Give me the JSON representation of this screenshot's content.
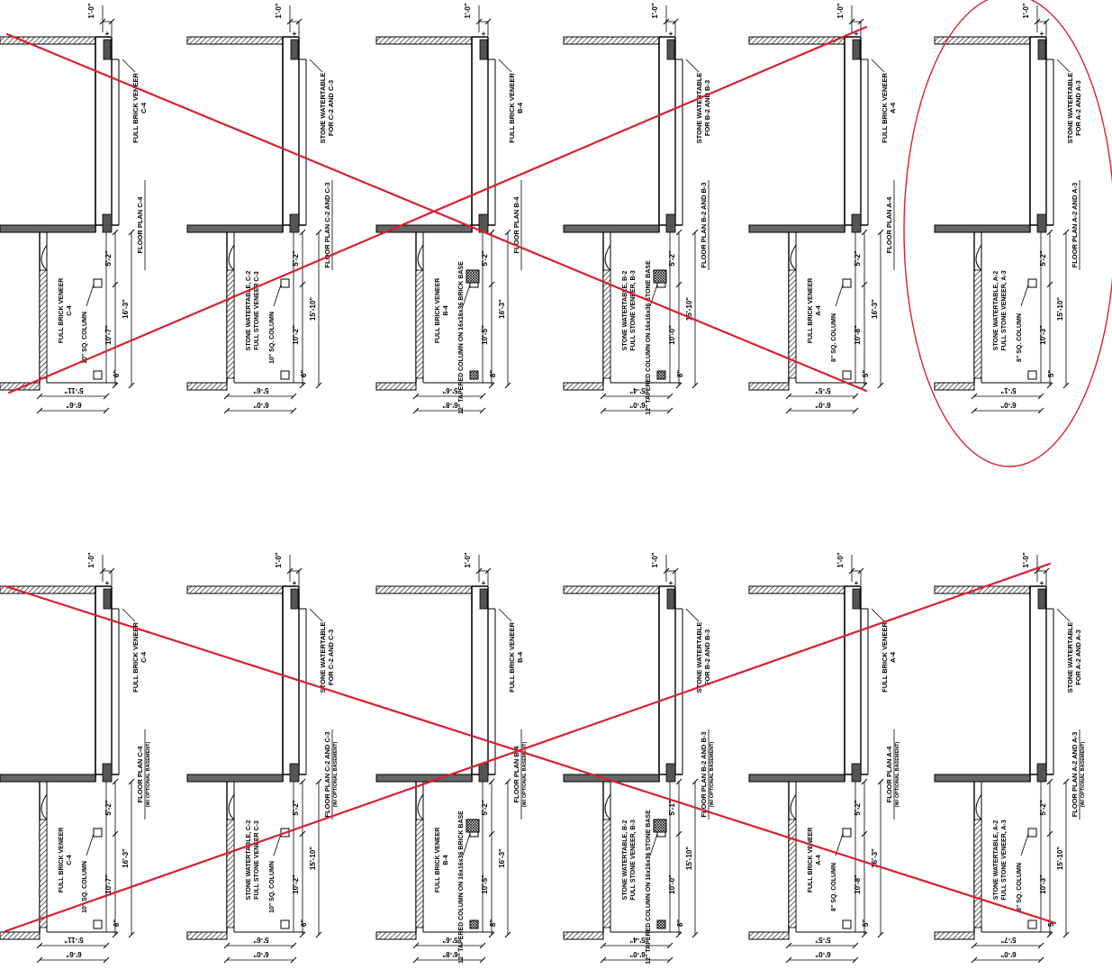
{
  "rows": [
    {
      "plans": [
        {
          "title": "FLOOR PLAN C-4",
          "subtitle": "",
          "veneer": "FULL BRICK VENEER",
          "veneer_code": "C-4",
          "note_lines": [
            "FULL BRICK VENEER",
            "C-4"
          ],
          "column": "10\" SQ. COLUMN",
          "dims": {
            "top": "1'-0\"",
            "a": "5'-2\"",
            "b": "10'-7\"",
            "c": "16'-3\"",
            "d": "6\"",
            "w1": "5'-11\"",
            "w2": "6'-6\""
          }
        },
        {
          "title": "FLOOR PLAN C-2 AND C-3",
          "subtitle": "",
          "veneer": "STONE WATERTABLE",
          "veneer_code": "FOR C-2 AND C-3",
          "note_lines": [
            "STONE WATERTABLE, C-2",
            "FULL STONE VENEER C-3"
          ],
          "column": "10\" SQ. COLUMN",
          "dims": {
            "top": "1'-0\"",
            "a": "5'-2\"",
            "b": "10'-2\"",
            "c": "15'-10\"",
            "d": "6\"",
            "w1": "5'-6\"",
            "w2": "6'-0\""
          }
        },
        {
          "title": "FLOOR PLAN B-4",
          "subtitle": "",
          "veneer": "FULL BRICK VENEER",
          "veneer_code": "B-4",
          "note_lines": [
            "FULL BRICK VENEER",
            "B-4"
          ],
          "column": "12\" TAPERED COLUMN ON 16x16x36 BRICK BASE",
          "dims": {
            "top": "1'-0\"",
            "a": "5'-2\"",
            "b": "10'-5\"",
            "c": "16'-3\"",
            "d": "8\"",
            "w1": "5'-6\"",
            "w2": "6'-8\""
          }
        },
        {
          "title": "FLOOR PLAN B-2 AND B-3",
          "subtitle": "",
          "veneer": "STONE WATERTABLE",
          "veneer_code": "FOR B-2 AND B-3",
          "note_lines": [
            "STONE WATERTABLE, B-2",
            "FULL STONE VENEER, B-3"
          ],
          "column": "12\" TAPERED COLUMN ON 16x16x36 STONE BASE",
          "dims": {
            "top": "1'-0\"",
            "a": "5'-2\"",
            "b": "10'-0\"",
            "c": "15'-10\"",
            "d": "8\"",
            "w1": "5'-4\"",
            "w2": "6'-0\""
          }
        },
        {
          "title": "FLOOR PLAN A-4",
          "subtitle": "",
          "veneer": "FULL BRICK VENEER",
          "veneer_code": "A-4",
          "note_lines": [
            "FULL BRICK VENEER",
            "A-4"
          ],
          "column": "8\" SQ. COLUMN",
          "dims": {
            "top": "1'-0\"",
            "a": "5'-2\"",
            "b": "10'-8\"",
            "c": "16'-3\"",
            "d": "5\"",
            "w1": "5'-5\"",
            "w2": "6'-0\""
          }
        },
        {
          "title": "FLOOR PLAN A-2 AND A-3",
          "subtitle": "",
          "veneer": "STONE WATERTABLE",
          "veneer_code": "FOR A-2 AND A-3",
          "note_lines": [
            "STONE WATERTABLE, A-2",
            "FULL STONE VENEER, A-3"
          ],
          "column": "8\" SQ. COLUMN",
          "dims": {
            "top": "1'-0\"",
            "a": "5'-2\"",
            "b": "10'-3\"",
            "c": "15'-10\"",
            "d": "5\"",
            "w1": "5'-1\"",
            "w2": "6'-0\""
          }
        }
      ]
    },
    {
      "plans": [
        {
          "title": "FLOOR PLAN C-4",
          "subtitle": "(W/ OPTIONAL BASEMENT)",
          "veneer": "FULL BRICK VENEER",
          "veneer_code": "C-4",
          "note_lines": [
            "FULL BRICK VENEER",
            "C-4"
          ],
          "column": "10\" SQ. COLUMN",
          "dims": {
            "top": "1'-0\"",
            "a": "5'-2\"",
            "b": "10'-7\"",
            "c": "16'-3\"",
            "d": "6\"",
            "w1": "5'-11\"",
            "w2": "6'-6\""
          }
        },
        {
          "title": "FLOOR PLAN C-2 AND C-3",
          "subtitle": "(W/ OPTIONAL BASEMENT)",
          "veneer": "STONE WATERTABLE",
          "veneer_code": "FOR C-2 AND C-3",
          "note_lines": [
            "STONE WATERTABLE, C-2",
            "FULL STONE VENEER C-3"
          ],
          "column": "10\" SQ. COLUMN",
          "dims": {
            "top": "1'-0\"",
            "a": "5'-2\"",
            "b": "10'-2\"",
            "c": "15'-10\"",
            "d": "6\"",
            "w1": "5'-6\"",
            "w2": "6'-0\""
          }
        },
        {
          "title": "FLOOR PLAN B-4",
          "subtitle": "(W/ OPTIONAL BASEMENT)",
          "veneer": "FULL BRICK VENEER",
          "veneer_code": "B-4",
          "note_lines": [
            "FULL BRICK VENEER",
            "B-4"
          ],
          "column": "12\" TAPERED COLUMN ON 16x16x36 BRICK BASE",
          "dims": {
            "top": "1'-0\"",
            "a": "5'-2\"",
            "b": "10'-5\"",
            "c": "16'-3\"",
            "d": "8\"",
            "w1": "5'-6\"",
            "w2": "6'-8\""
          }
        },
        {
          "title": "FLOOR PLAN B-2 AND B-3",
          "subtitle": "(W/ OPTIONAL BASEMENT)",
          "veneer": "STONE WATERTABLE",
          "veneer_code": "FOR B-2 AND B-3",
          "note_lines": [
            "STONE WATERTABLE, B-2",
            "FULL STONE VENEER, B-3"
          ],
          "column": "12\" TAPERED COLUMN ON 16x16x36 STONE BASE",
          "dims": {
            "top": "1'-0\"",
            "a": "5'-1\"",
            "b": "10'-0\"",
            "c": "15'-10\"",
            "d": "8\"",
            "w1": "5'-4\"",
            "w2": "6'-0\""
          }
        },
        {
          "title": "FLOOR PLAN A-4",
          "subtitle": "(W/ OPTIONAL BASEMENT)",
          "veneer": "FULL BRICK VENEER",
          "veneer_code": "A-4",
          "note_lines": [
            "FULL BRICK VENEER",
            "A-4"
          ],
          "column": "8\" SQ. COLUMN",
          "dims": {
            "top": "1'-0\"",
            "a": "5'-2\"",
            "b": "10'-8\"",
            "c": "16'-3\"",
            "d": "5\"",
            "w1": "5'-5\"",
            "w2": "6'-0\""
          }
        },
        {
          "title": "FLOOR PLAN A-2 AND A-3",
          "subtitle": "(W/ OPTIONAL BASEMENT)",
          "veneer": "STONE WATERTABLE",
          "veneer_code": "FOR A-2 AND A-3",
          "note_lines": [
            "STONE WATERTABLE, A-2",
            "FULL STONE VENEER, A-3"
          ],
          "column": "8\" SQ. COLUMN",
          "dims": {
            "top": "1'-0\"",
            "a": "5'-2\"",
            "b": "10'-3\"",
            "c": "15'-10\"",
            "d": "5\"",
            "w1": "5'-7\"",
            "w2": "6'-0\""
          }
        }
      ]
    }
  ],
  "markup": {
    "color": "#d9202f",
    "crossed_out": [
      {
        "row": 0,
        "plans": [
          0,
          1,
          2,
          3,
          4
        ]
      },
      {
        "row": 1,
        "plans": [
          0,
          1,
          2,
          3,
          4,
          5
        ]
      }
    ],
    "circled": [
      {
        "row": 0,
        "plan": 5
      }
    ]
  }
}
